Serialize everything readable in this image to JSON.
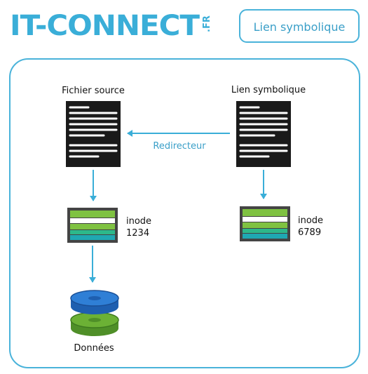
{
  "logo": {
    "main": "IT-CONNECT",
    "suffix": ".FR",
    "color": "#3aaed8"
  },
  "badge": {
    "label": "Lien symbolique"
  },
  "diagram": {
    "source_title": "Fichier source",
    "link_title": "Lien symbolique",
    "arrow_label": "Redirecteur",
    "inode_source": {
      "label": "inode",
      "number": "1234"
    },
    "inode_link": {
      "label": "inode",
      "number": "6789"
    },
    "data_label": "Données"
  },
  "colors": {
    "frame": "#4ab3da",
    "arrow": "#3aaed8",
    "doc": "#1a1a1a",
    "inode_green": "#7fc241",
    "inode_teal": "#1fa8b2",
    "disk_blue": "#2f7fd6",
    "disk_green": "#6cb135"
  }
}
